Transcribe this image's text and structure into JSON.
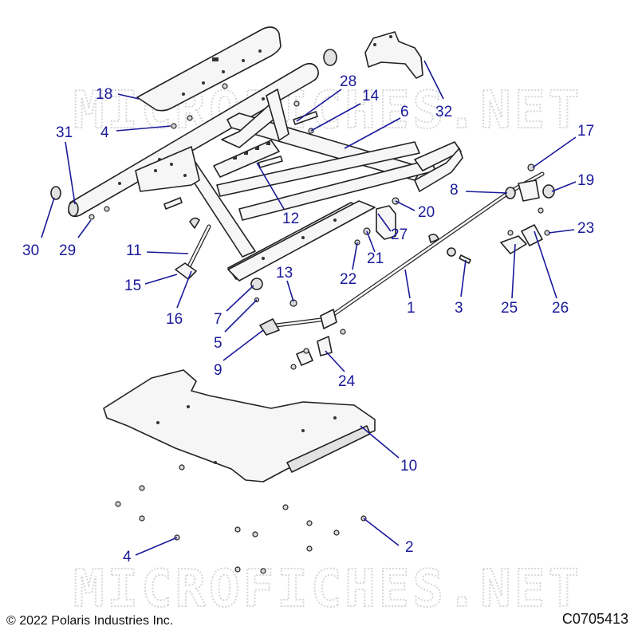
{
  "watermarks": [
    "MICROFICHES.NET",
    "MICROFICHES.NET"
  ],
  "copyright": "© 2022 Polaris Industries Inc.",
  "diagram_code": "C0705413",
  "callouts": [
    {
      "label": "18"
    },
    {
      "label": "28"
    },
    {
      "label": "14"
    },
    {
      "label": "6"
    },
    {
      "label": "32"
    },
    {
      "label": "31"
    },
    {
      "label": "4"
    },
    {
      "label": "17"
    },
    {
      "label": "8"
    },
    {
      "label": "19"
    },
    {
      "label": "12"
    },
    {
      "label": "20"
    },
    {
      "label": "30"
    },
    {
      "label": "29"
    },
    {
      "label": "27"
    },
    {
      "label": "23"
    },
    {
      "label": "11"
    },
    {
      "label": "21"
    },
    {
      "label": "22"
    },
    {
      "label": "15"
    },
    {
      "label": "13"
    },
    {
      "label": "16"
    },
    {
      "label": "7"
    },
    {
      "label": "1"
    },
    {
      "label": "3"
    },
    {
      "label": "25"
    },
    {
      "label": "26"
    },
    {
      "label": "5"
    },
    {
      "label": "9"
    },
    {
      "label": "24"
    },
    {
      "label": "10"
    },
    {
      "label": "2"
    },
    {
      "label": "4"
    }
  ]
}
